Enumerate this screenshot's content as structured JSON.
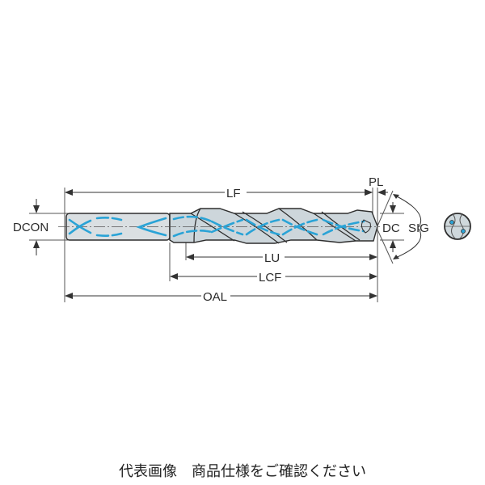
{
  "diagram": {
    "labels": {
      "dcon": "DCON",
      "lf": "LF",
      "pl": "PL",
      "dc": "DC",
      "sig": "SIG",
      "lu": "LU",
      "lcf": "LCF",
      "oal": "OAL"
    },
    "colors": {
      "body": "#d4dde2",
      "coolant": "#2aa3d6",
      "outline": "#2e2e2e",
      "dimension": "#333333"
    }
  },
  "caption": "代表画像　商品仕様をご確認ください"
}
